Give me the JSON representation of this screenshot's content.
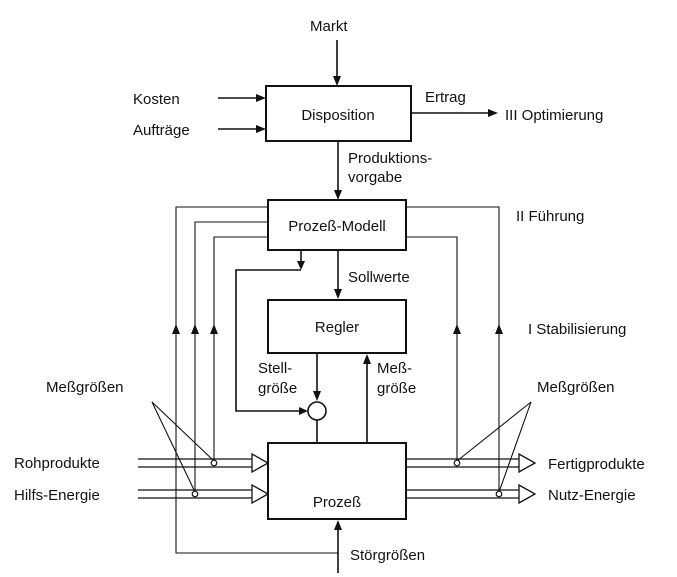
{
  "inputs": {
    "markt": "Markt",
    "kosten": "Kosten",
    "auftraege": "Aufträge",
    "stoergroessen": "Störgrößen"
  },
  "blocks": {
    "disposition": "Disposition",
    "prozess_modell": "Prozeß-Modell",
    "regler": "Regler",
    "prozess": "Prozeß"
  },
  "signals": {
    "ertrag": "Ertrag",
    "produktionsvorgabe_1": "Produktions-",
    "produktionsvorgabe_2": "vorgabe",
    "sollwerte": "Sollwerte",
    "stell_1": "Stell-",
    "stell_2": "größe",
    "mess_1": "Meß-",
    "mess_2": "größe",
    "messgroessen_left": "Meßgrößen",
    "messgroessen_right": "Meßgrößen"
  },
  "levels": {
    "optimierung": "III Optimierung",
    "fuehrung": "II  Führung",
    "stabilisierung": "I Stabilisierung"
  },
  "flows": {
    "rohprodukte": "Rohprodukte",
    "hilfs_energie": "Hilfs-Energie",
    "fertigprodukte": "Fertigprodukte",
    "nutz_energie": "Nutz-Energie"
  }
}
